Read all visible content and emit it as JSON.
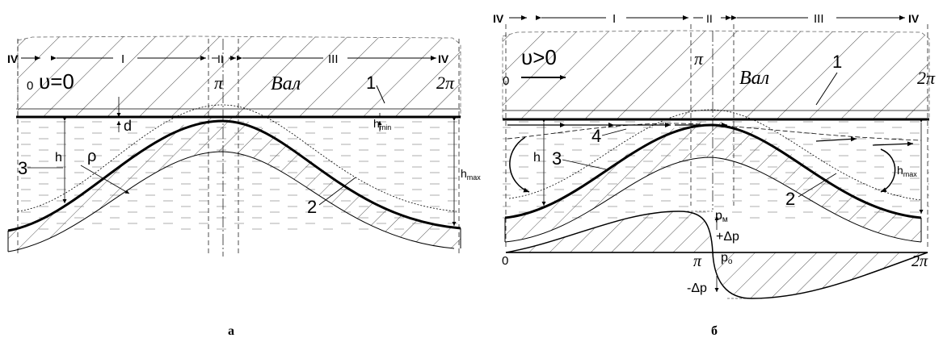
{
  "panel_a": {
    "zones": [
      "IV",
      "I",
      "II",
      "III",
      "IV"
    ],
    "velocity": "υ=0",
    "shaft": "Вал",
    "angle_start": "0",
    "angle_pi": "π",
    "angle_2pi": "2π",
    "num_1": "1",
    "num_2": "2",
    "num_3": "3",
    "dim_h": "h",
    "dim_hmin": "h",
    "dim_hmin_sub": "min",
    "dim_hmax": "h",
    "dim_hmax_sub": "max",
    "dim_d": "d",
    "dim_rho": "ρ",
    "caption": "а"
  },
  "panel_b": {
    "zones": [
      "IV",
      "I",
      "II",
      "III",
      "IV"
    ],
    "velocity": "υ>0",
    "shaft": "Вал",
    "angle_start": "0",
    "angle_pi": "π",
    "angle_2pi": "2π",
    "num_1": "1",
    "num_2": "2",
    "num_3": "3",
    "num_4": "4",
    "dim_h": "h",
    "dim_hmax": "h",
    "dim_hmax_sub": "max",
    "p_max": "p",
    "p_max_sub": "м",
    "plus_dp": "+Δp",
    "p0": "p",
    "p0_sub": "o",
    "minus_dp": "-Δp",
    "axis_0": "0",
    "axis_pi": "π",
    "axis_2pi": "2π",
    "caption": "б"
  }
}
